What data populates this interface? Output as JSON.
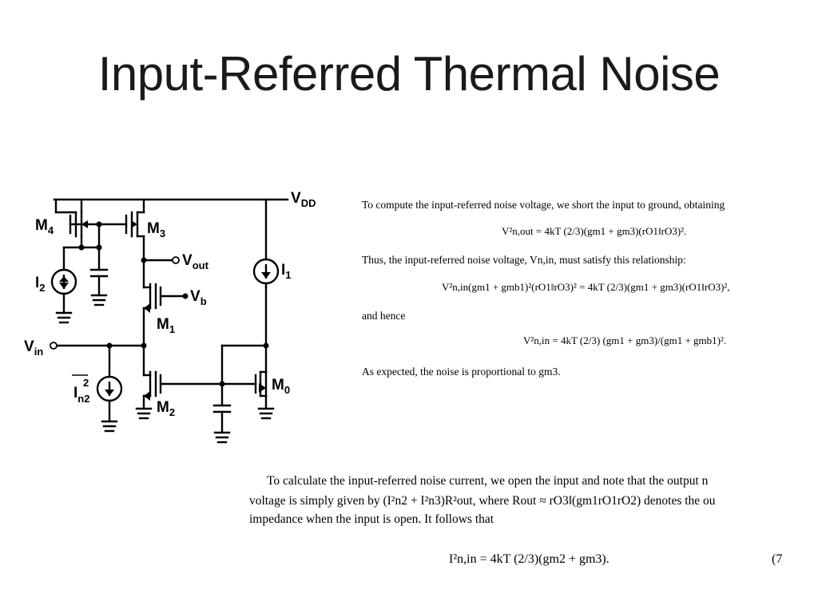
{
  "title": "Input-Referred Thermal Noise",
  "circuit_labels": {
    "vdd": "V",
    "vdd_sub": "DD",
    "m4": "M",
    "m4_sub": "4",
    "m3": "M",
    "m3_sub": "3",
    "vout": "V",
    "vout_sub": "out",
    "vb": "V",
    "vb_sub": "b",
    "m1": "M",
    "m1_sub": "1",
    "i1": "I",
    "i1_sub": "1",
    "i2": "I",
    "i2_sub": "2",
    "vin": "V",
    "vin_sub": "in",
    "in2": "I",
    "in2_sub": "n2",
    "in2_sup": "2",
    "m2": "M",
    "m2_sub": "2",
    "m0": "M",
    "m0_sub": "0"
  },
  "text": {
    "p1": "To compute the input-referred noise voltage, we short the input to ground, obtaining",
    "eq1": "V²n,out = 4kT (2/3)(gm1 + gm3)(rO1‖rO3)².",
    "p2": "Thus, the input-referred noise voltage, Vn,in, must satisfy this relationship:",
    "eq2": "V²n,in(gm1 + gmb1)²(rO1‖rO3)² = 4kT (2/3)(gm1 + gm3)(rO1‖rO3)²,",
    "p3": "and hence",
    "eq3": "V²n,in = 4kT (2/3) (gm1 + gm3)/(gm1 + gmb1)².",
    "p4": "As expected, the noise is proportional to gm3.",
    "p5_line1": "To calculate the input-referred noise current, we open the input and note that the output n",
    "p5_line2": "voltage is simply given by (I²n2 + I²n3)R²out, where Rout ≈ rO3‖(gm1rO1rO2) denotes the ou",
    "p5_line3": "impedance when the input is open. It follows that",
    "eq4": "I²n,in = 4kT (2/3)(gm2 + gm3).",
    "eq4_number": "(7"
  }
}
